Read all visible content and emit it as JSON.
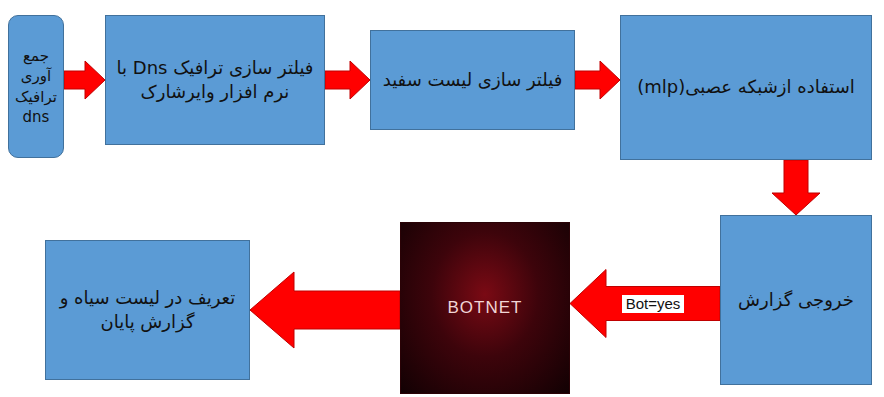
{
  "diagram": {
    "nodes": [
      {
        "text": [
          "جمع آوری ترافیک dns"
        ]
      },
      {
        "text": [
          "فیلتر سازی ترافیک Dns با نرم افزار وایرشارک"
        ]
      },
      {
        "text": [
          "فیلتر سازی لیست سفید"
        ]
      },
      {
        "text": [
          "استفاده ازشبکه عصبی(mlp)"
        ]
      },
      {
        "text": [
          "خروجی گزارش"
        ]
      },
      {
        "text": [
          "BOTNET"
        ]
      },
      {
        "text": [
          "تعریف در لیست سیاه و گزارش پایان"
        ]
      }
    ],
    "edges": [
      {
        "from": 0,
        "to": 1,
        "arrow": "to"
      },
      {
        "from": 1,
        "to": 2,
        "arrow": "to"
      },
      {
        "from": 2,
        "to": 3,
        "arrow": "to"
      },
      {
        "from": 3,
        "to": 4,
        "arrow": "to"
      },
      {
        "from": 4,
        "to": 5,
        "label": "Bot=yes",
        "arrow": "to"
      },
      {
        "from": 5,
        "to": 6,
        "arrow": "to"
      }
    ]
  }
}
